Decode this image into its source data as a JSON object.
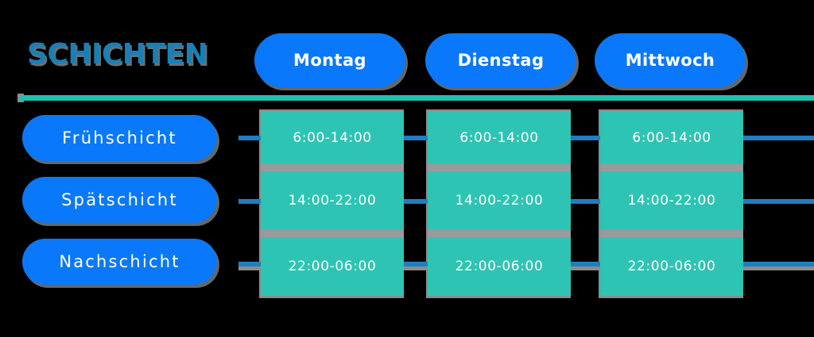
{
  "page": {
    "title": "SCHICHTEN",
    "background_color": "#000000",
    "accent_blue": "#0a78fa",
    "accent_teal": "#2ec4b3",
    "title_color": "#1a7fb5",
    "divider_color": "#22bfae",
    "separator_color": "#9a9a9a",
    "connector_color": "#1d7fbe",
    "text_color": "#ffffff"
  },
  "columns": [
    {
      "label": "Montag"
    },
    {
      "label": "Dienstag"
    },
    {
      "label": "Mittwoch"
    }
  ],
  "rows": [
    {
      "label": "Frühschicht"
    },
    {
      "label": "Spätschicht"
    },
    {
      "label": "Nachschicht"
    }
  ],
  "grid": [
    {
      "r0c0": "6:00-14:00",
      "r0c1": "6:00-14:00",
      "r0c2": "6:00-14:00"
    },
    {
      "r1c0": "14:00-22:00",
      "r1c1": "14:00-22:00",
      "r1c2": "14:00-22:00"
    },
    {
      "r2c0": "22:00-06:00",
      "r2c1": "22:00-06:00",
      "r2c2": "22:00-06:00"
    }
  ],
  "cells": {
    "r0c0": "6:00-14:00",
    "r0c1": "6:00-14:00",
    "r0c2": "6:00-14:00",
    "r1c0": "14:00-22:00",
    "r1c1": "14:00-22:00",
    "r1c2": "14:00-22:00",
    "r2c0": "22:00-06:00",
    "r2c1": "22:00-06:00",
    "r2c2": "22:00-06:00"
  }
}
